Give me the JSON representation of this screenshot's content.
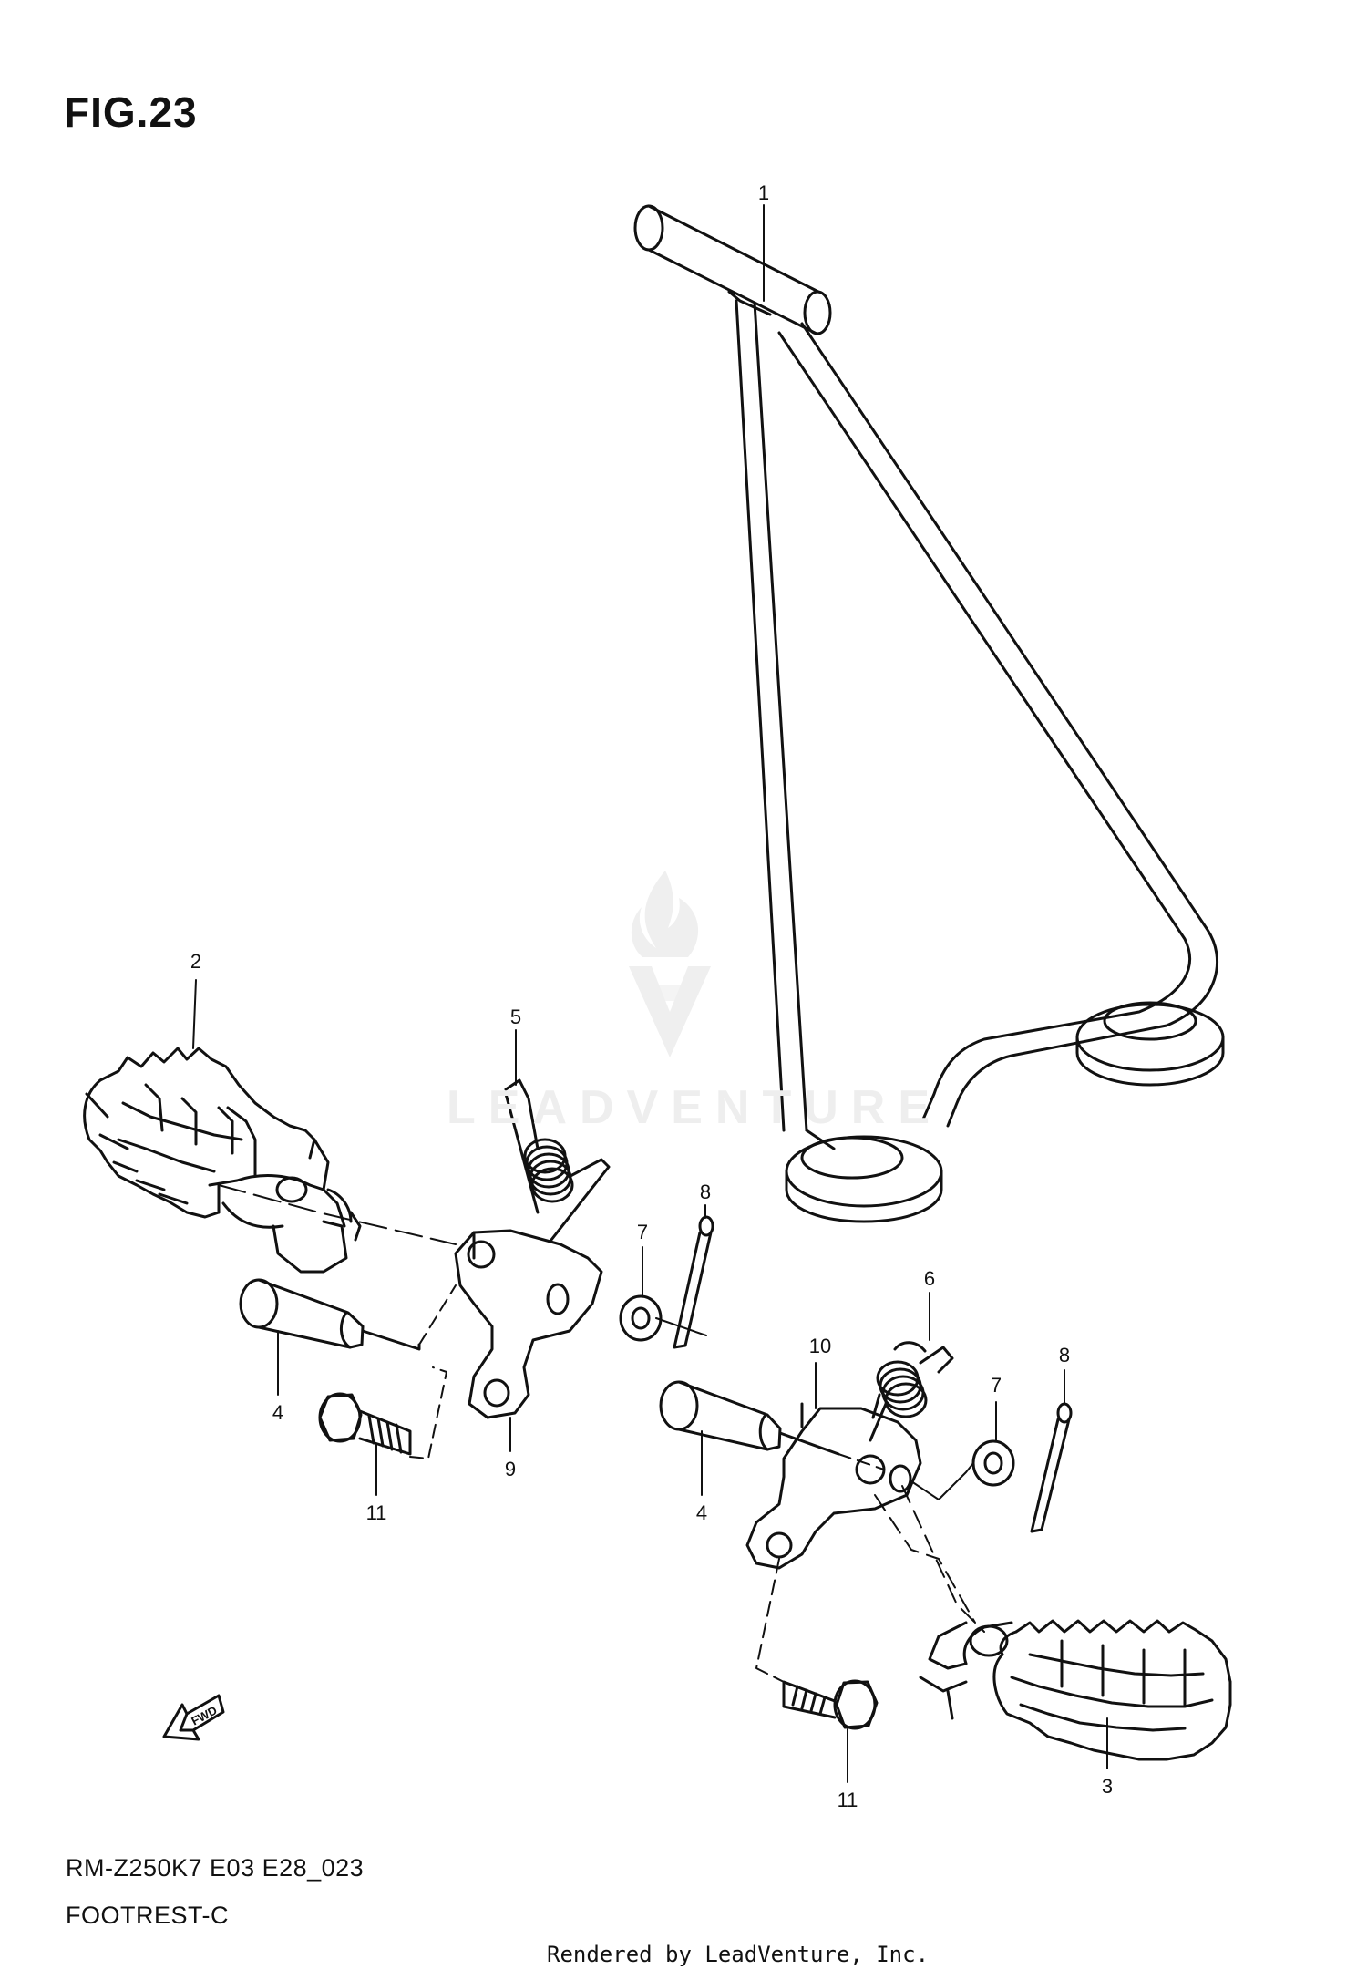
{
  "figure": {
    "title": "FIG.23",
    "model_code": "RM-Z250K7 E03 E28_023",
    "name": "FOOTREST-C"
  },
  "callouts": [
    "1",
    "2",
    "3",
    "4",
    "4",
    "5",
    "6",
    "7",
    "7",
    "8",
    "8",
    "9",
    "10",
    "11",
    "11"
  ],
  "fwd_label": "FWD",
  "watermark": "LEADVENTURE",
  "footer": "Rendered by LeadVenture, Inc.",
  "colors": {
    "line": "#111111",
    "watermark": "#eeeeee"
  }
}
